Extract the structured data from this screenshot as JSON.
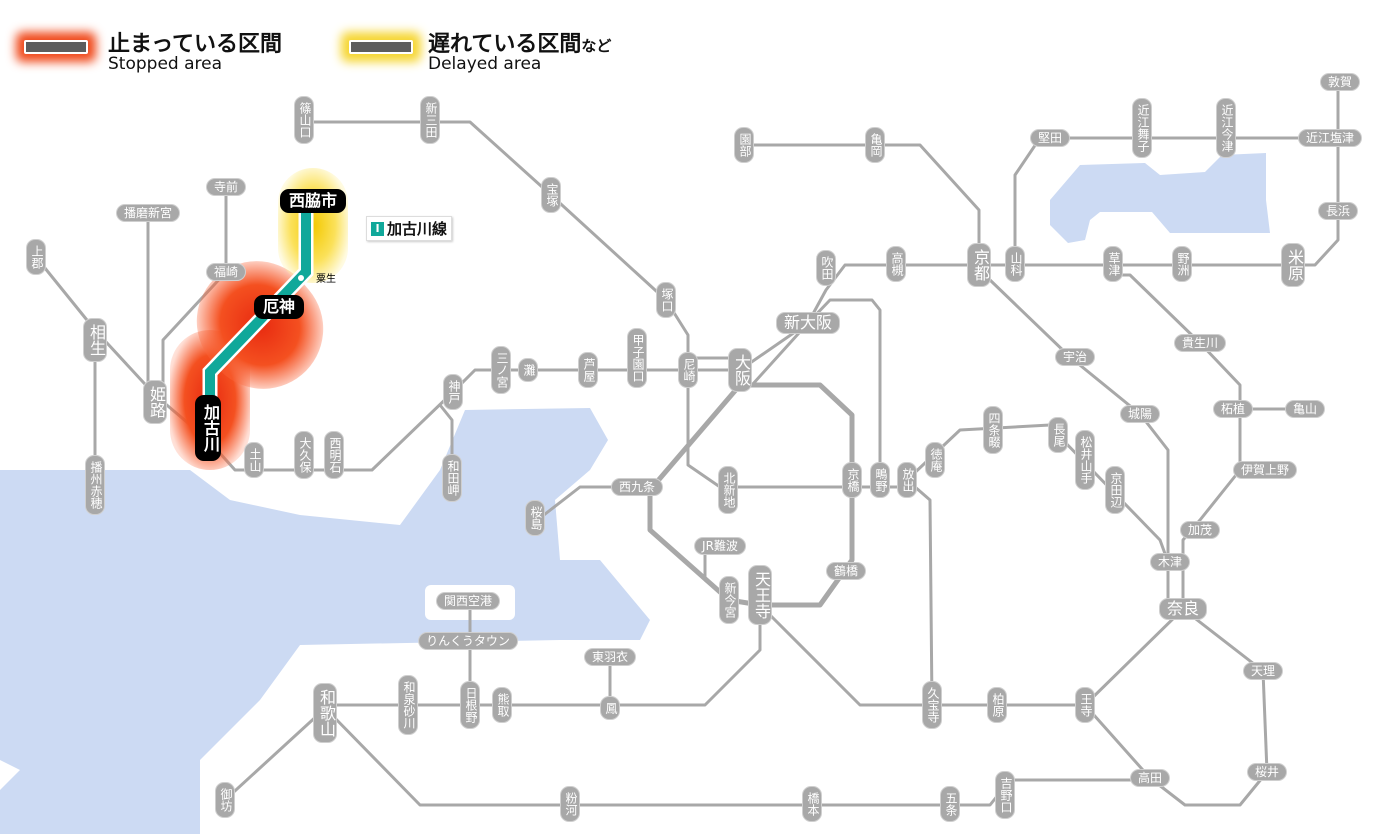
{
  "legend": {
    "stopped": {
      "jp": "止まっている区間",
      "en": "Stopped area",
      "color": "#e82a10"
    },
    "delayed": {
      "jp": "遅れている区間",
      "jp_suffix": "など",
      "en": "Delayed area",
      "color": "#f3c800"
    }
  },
  "affected_line": {
    "badge": "I",
    "name": "加古川線",
    "color": "#10a89a"
  },
  "colors": {
    "line": "#a8a8a8",
    "water": "#ccdaf3",
    "station": "#a8a8a8"
  },
  "stations": [
    {
      "name": "篠山口"
    },
    {
      "name": "新三田"
    },
    {
      "name": "宝塚"
    },
    {
      "name": "塚口"
    },
    {
      "name": "尼崎"
    },
    {
      "name": "甲子園口"
    },
    {
      "name": "芦屋"
    },
    {
      "name": "灘"
    },
    {
      "name": "三ノ宮"
    },
    {
      "name": "神戸"
    },
    {
      "name": "和田岬"
    },
    {
      "name": "西明石"
    },
    {
      "name": "大久保"
    },
    {
      "name": "土山"
    },
    {
      "name": "加古川",
      "status": "stopped"
    },
    {
      "name": "厄神",
      "status": "stopped"
    },
    {
      "name": "西脇市",
      "status": "delayed"
    },
    {
      "name": "粟生"
    },
    {
      "name": "姫路"
    },
    {
      "name": "相生"
    },
    {
      "name": "上郡"
    },
    {
      "name": "播州赤穂"
    },
    {
      "name": "播磨新宮"
    },
    {
      "name": "寺前"
    },
    {
      "name": "福崎"
    },
    {
      "name": "大阪"
    },
    {
      "name": "新大阪"
    },
    {
      "name": "吹田"
    },
    {
      "name": "高槻"
    },
    {
      "name": "京都"
    },
    {
      "name": "山科"
    },
    {
      "name": "堅田"
    },
    {
      "name": "近江舞子"
    },
    {
      "name": "近江今津"
    },
    {
      "name": "敦賀"
    },
    {
      "name": "近江塩津"
    },
    {
      "name": "長浜"
    },
    {
      "name": "米原"
    },
    {
      "name": "野洲"
    },
    {
      "name": "草津"
    },
    {
      "name": "園部"
    },
    {
      "name": "亀岡"
    },
    {
      "name": "宇治"
    },
    {
      "name": "貴生川"
    },
    {
      "name": "城陽"
    },
    {
      "name": "柘植"
    },
    {
      "name": "亀山"
    },
    {
      "name": "伊賀上野"
    },
    {
      "name": "加茂"
    },
    {
      "name": "木津"
    },
    {
      "name": "奈良"
    },
    {
      "name": "天理"
    },
    {
      "name": "桜井"
    },
    {
      "name": "高田"
    },
    {
      "name": "王寺"
    },
    {
      "name": "柏原"
    },
    {
      "name": "久宝寺"
    },
    {
      "name": "放出"
    },
    {
      "name": "鴫野"
    },
    {
      "name": "京橋"
    },
    {
      "name": "徳庵"
    },
    {
      "name": "四条畷"
    },
    {
      "name": "長尾"
    },
    {
      "name": "松井山手"
    },
    {
      "name": "京田辺"
    },
    {
      "name": "北新地"
    },
    {
      "name": "西九条"
    },
    {
      "name": "桜島"
    },
    {
      "name": "JR難波"
    },
    {
      "name": "新今宮"
    },
    {
      "name": "天王寺"
    },
    {
      "name": "鶴橋"
    },
    {
      "name": "関西空港"
    },
    {
      "name": "りんくうタウン"
    },
    {
      "name": "日根野"
    },
    {
      "name": "熊取"
    },
    {
      "name": "和泉砂川"
    },
    {
      "name": "和歌山"
    },
    {
      "name": "御坊"
    },
    {
      "name": "粉河"
    },
    {
      "name": "東羽衣"
    },
    {
      "name": "鳳"
    },
    {
      "name": "橋本"
    },
    {
      "name": "五条"
    },
    {
      "name": "吉野口"
    }
  ]
}
